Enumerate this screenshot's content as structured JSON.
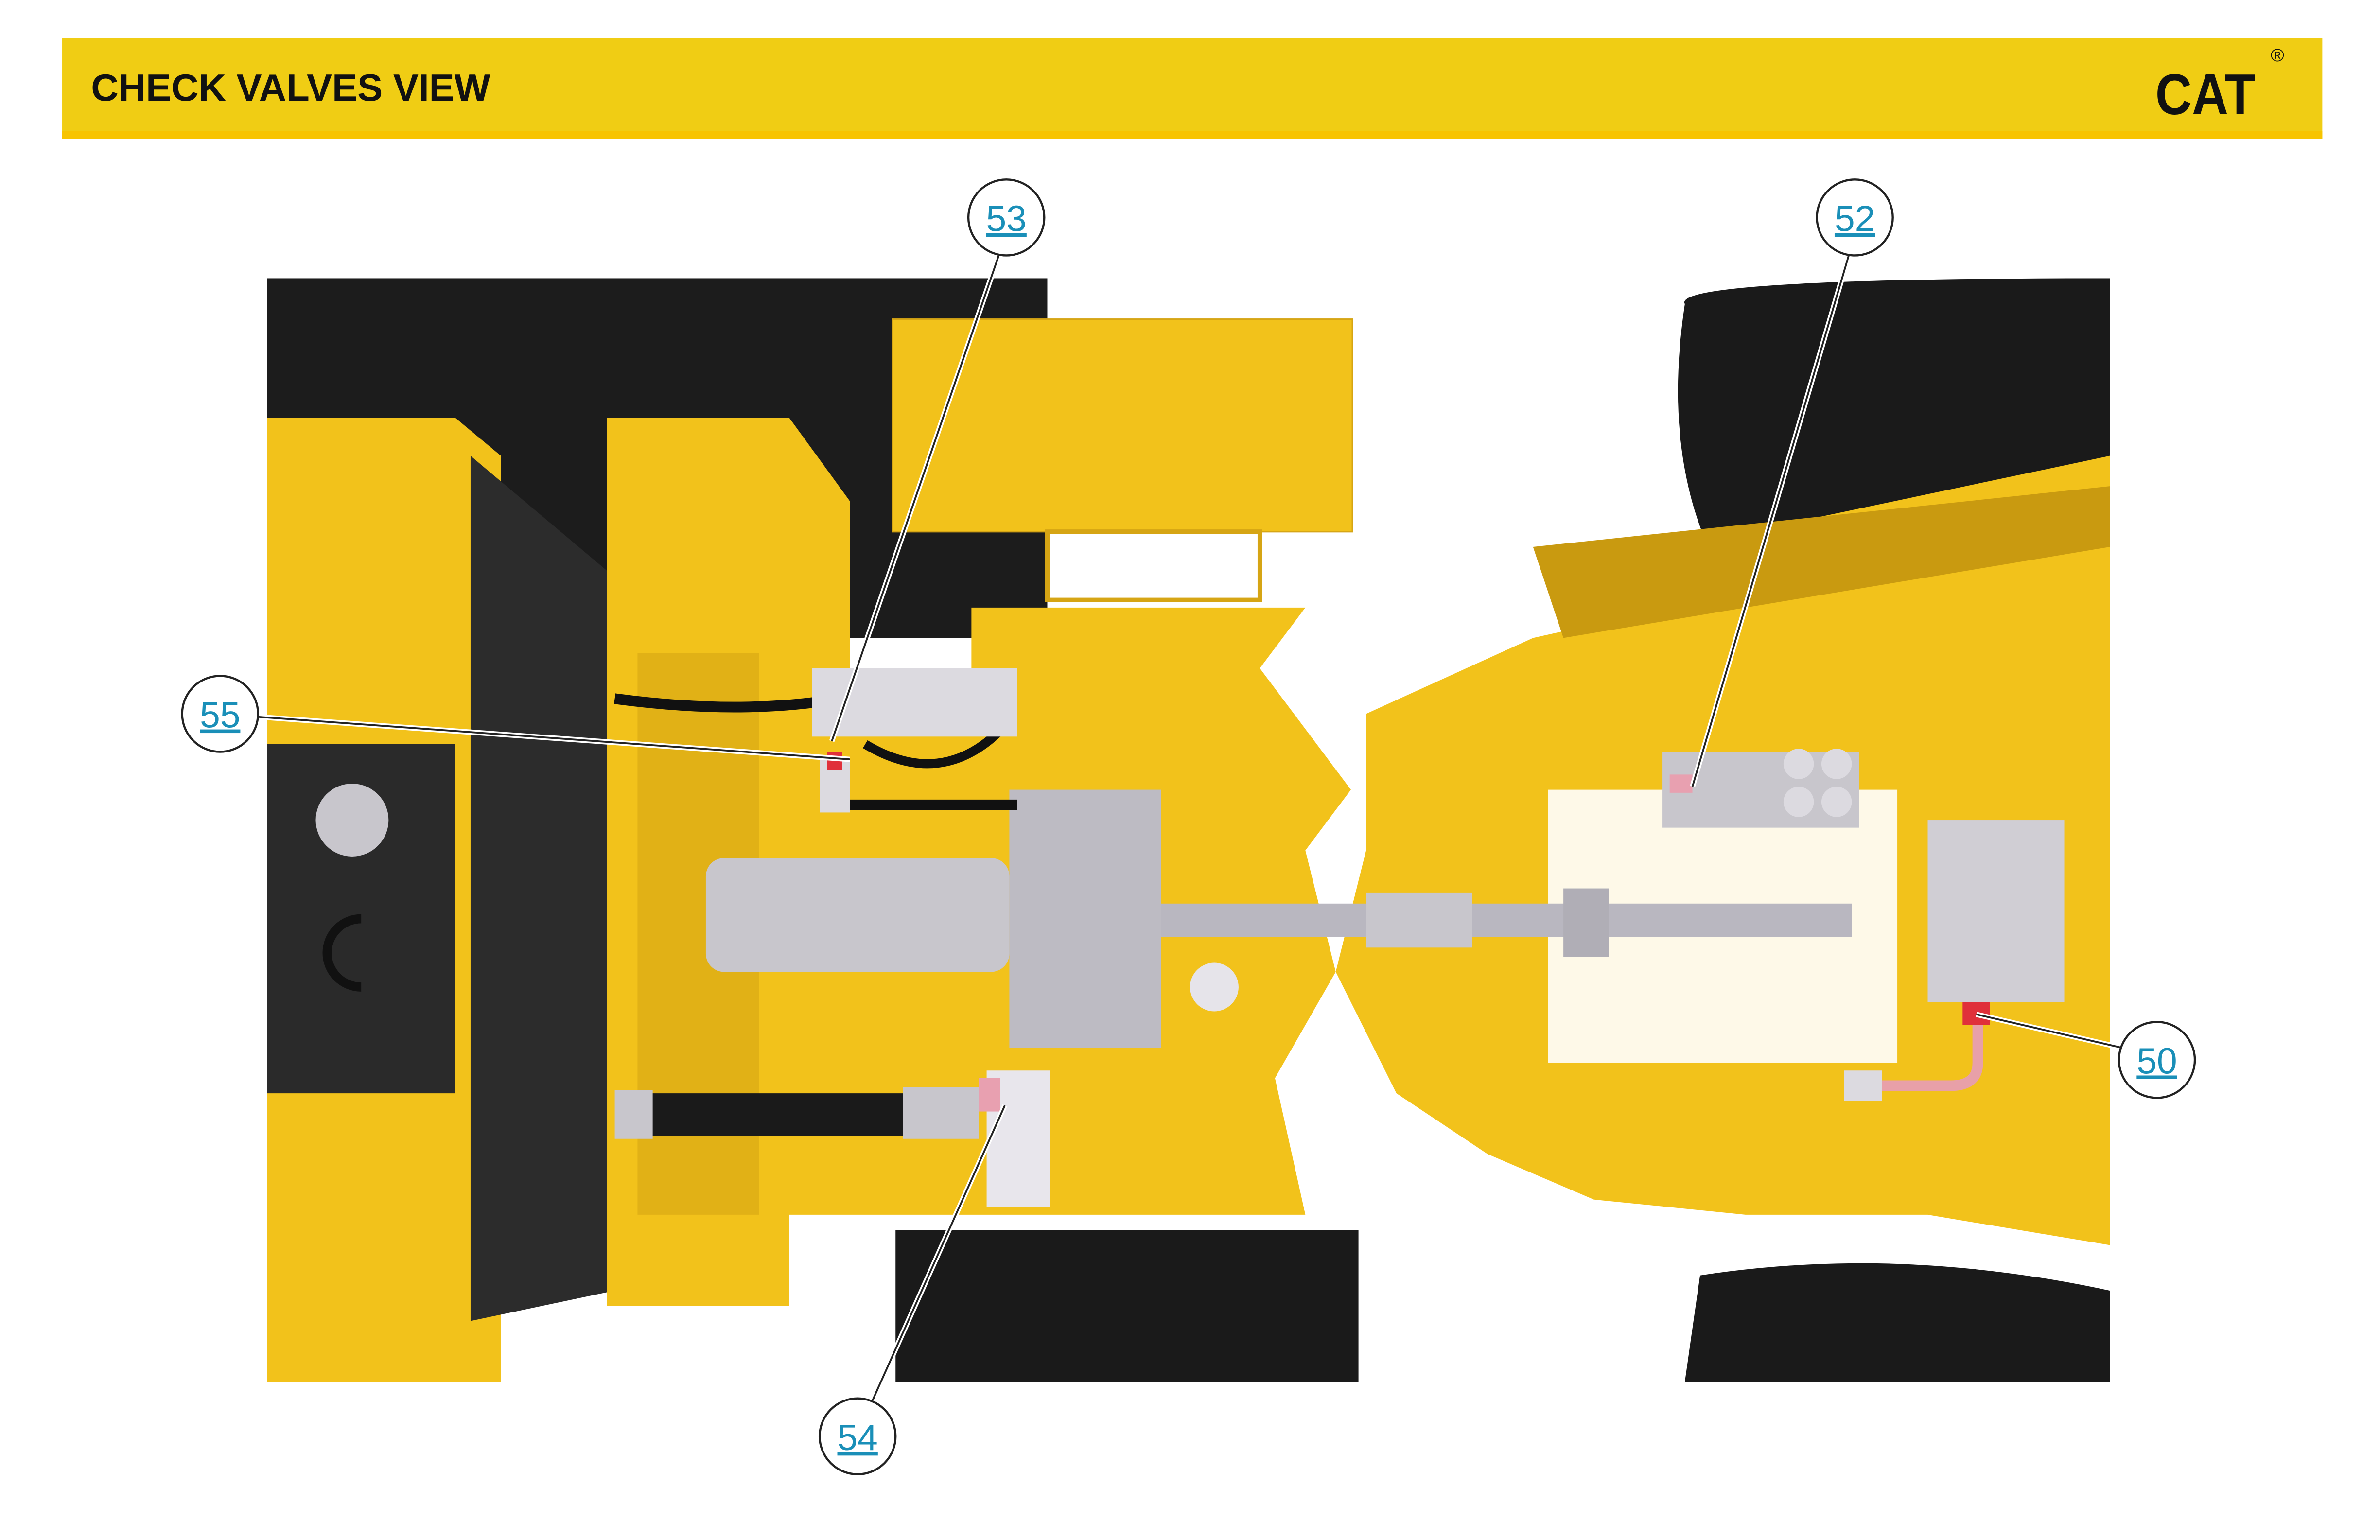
{
  "header": {
    "title": "CHECK VALVES VIEW",
    "logo_text": "CAT",
    "logo_mark": "®",
    "bar_color": "#f0cd14"
  },
  "diagram": {
    "description_label": "",
    "callouts": [
      {
        "id": "53",
        "label": "53"
      },
      {
        "id": "52",
        "label": "52"
      },
      {
        "id": "55",
        "label": "55"
      },
      {
        "id": "50",
        "label": "50"
      },
      {
        "id": "54",
        "label": "54"
      }
    ],
    "colors": {
      "machine_yellow": "#f2c21b",
      "frame_shadow": "#d6a514",
      "dark": "#1c1c1c",
      "component_gray": "#c8c6cc",
      "link_blue": "#1a8fb8",
      "valve_red": "#e0303a"
    }
  }
}
